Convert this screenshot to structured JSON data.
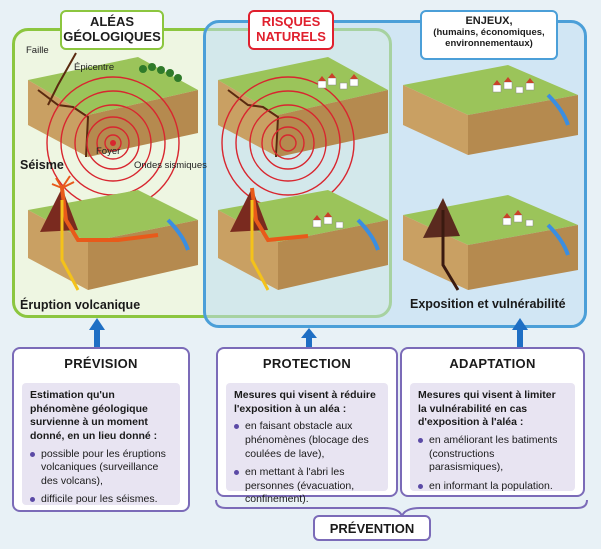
{
  "titles": {
    "aleas": "ALÉAS\nGÉOLOGIQUES",
    "aleas_1": "ALÉAS",
    "aleas_2": "GÉOLOGIQUES",
    "risques_1": "RISQUES",
    "risques_2": "NATURELS",
    "enjeux_1": "ENJEUX,",
    "enjeux_2": "(humains, économiques,",
    "enjeux_3": "environnementaux)"
  },
  "labels": {
    "faille": "Faille",
    "epicentre": "Épicentre",
    "foyer": "Foyer",
    "ondes": "Ondes sismiques",
    "seisme": "Séisme",
    "eruption": "Éruption volcanique",
    "exposition": "Exposition et vulnérabilité"
  },
  "panels": {
    "prevision": {
      "title": "PRÉVISION",
      "intro": "Estimation qu'un phénomène géologique survienne à un moment donné, en un lieu donné :",
      "items": [
        "possible pour les éruptions volcaniques (surveillance des volcans),",
        "difficile pour les séismes."
      ]
    },
    "protection": {
      "title": "PROTECTION",
      "intro": "Mesures qui visent à réduire l'exposition à un aléa :",
      "items": [
        "en faisant obstacle aux phénomènes (blocage des coulées de lave),",
        "en mettant à l'abri les personnes (évacuation, confinement)."
      ]
    },
    "adaptation": {
      "title": "ADAPTATION",
      "intro": "Mesures qui visent à limiter la vulnérabilité en cas d'exposition à l'aléa :",
      "items": [
        "en améliorant les batiments (constructions parasismiques),",
        "en informant la population."
      ]
    }
  },
  "prevention": "PRÉVENTION",
  "colors": {
    "green_frame": "#8cc63f",
    "blue_frame": "#4b9fd8",
    "red_title": "#e0202e",
    "purple_panel": "#7b6bb8",
    "arrow_blue": "#1f6fc4"
  }
}
